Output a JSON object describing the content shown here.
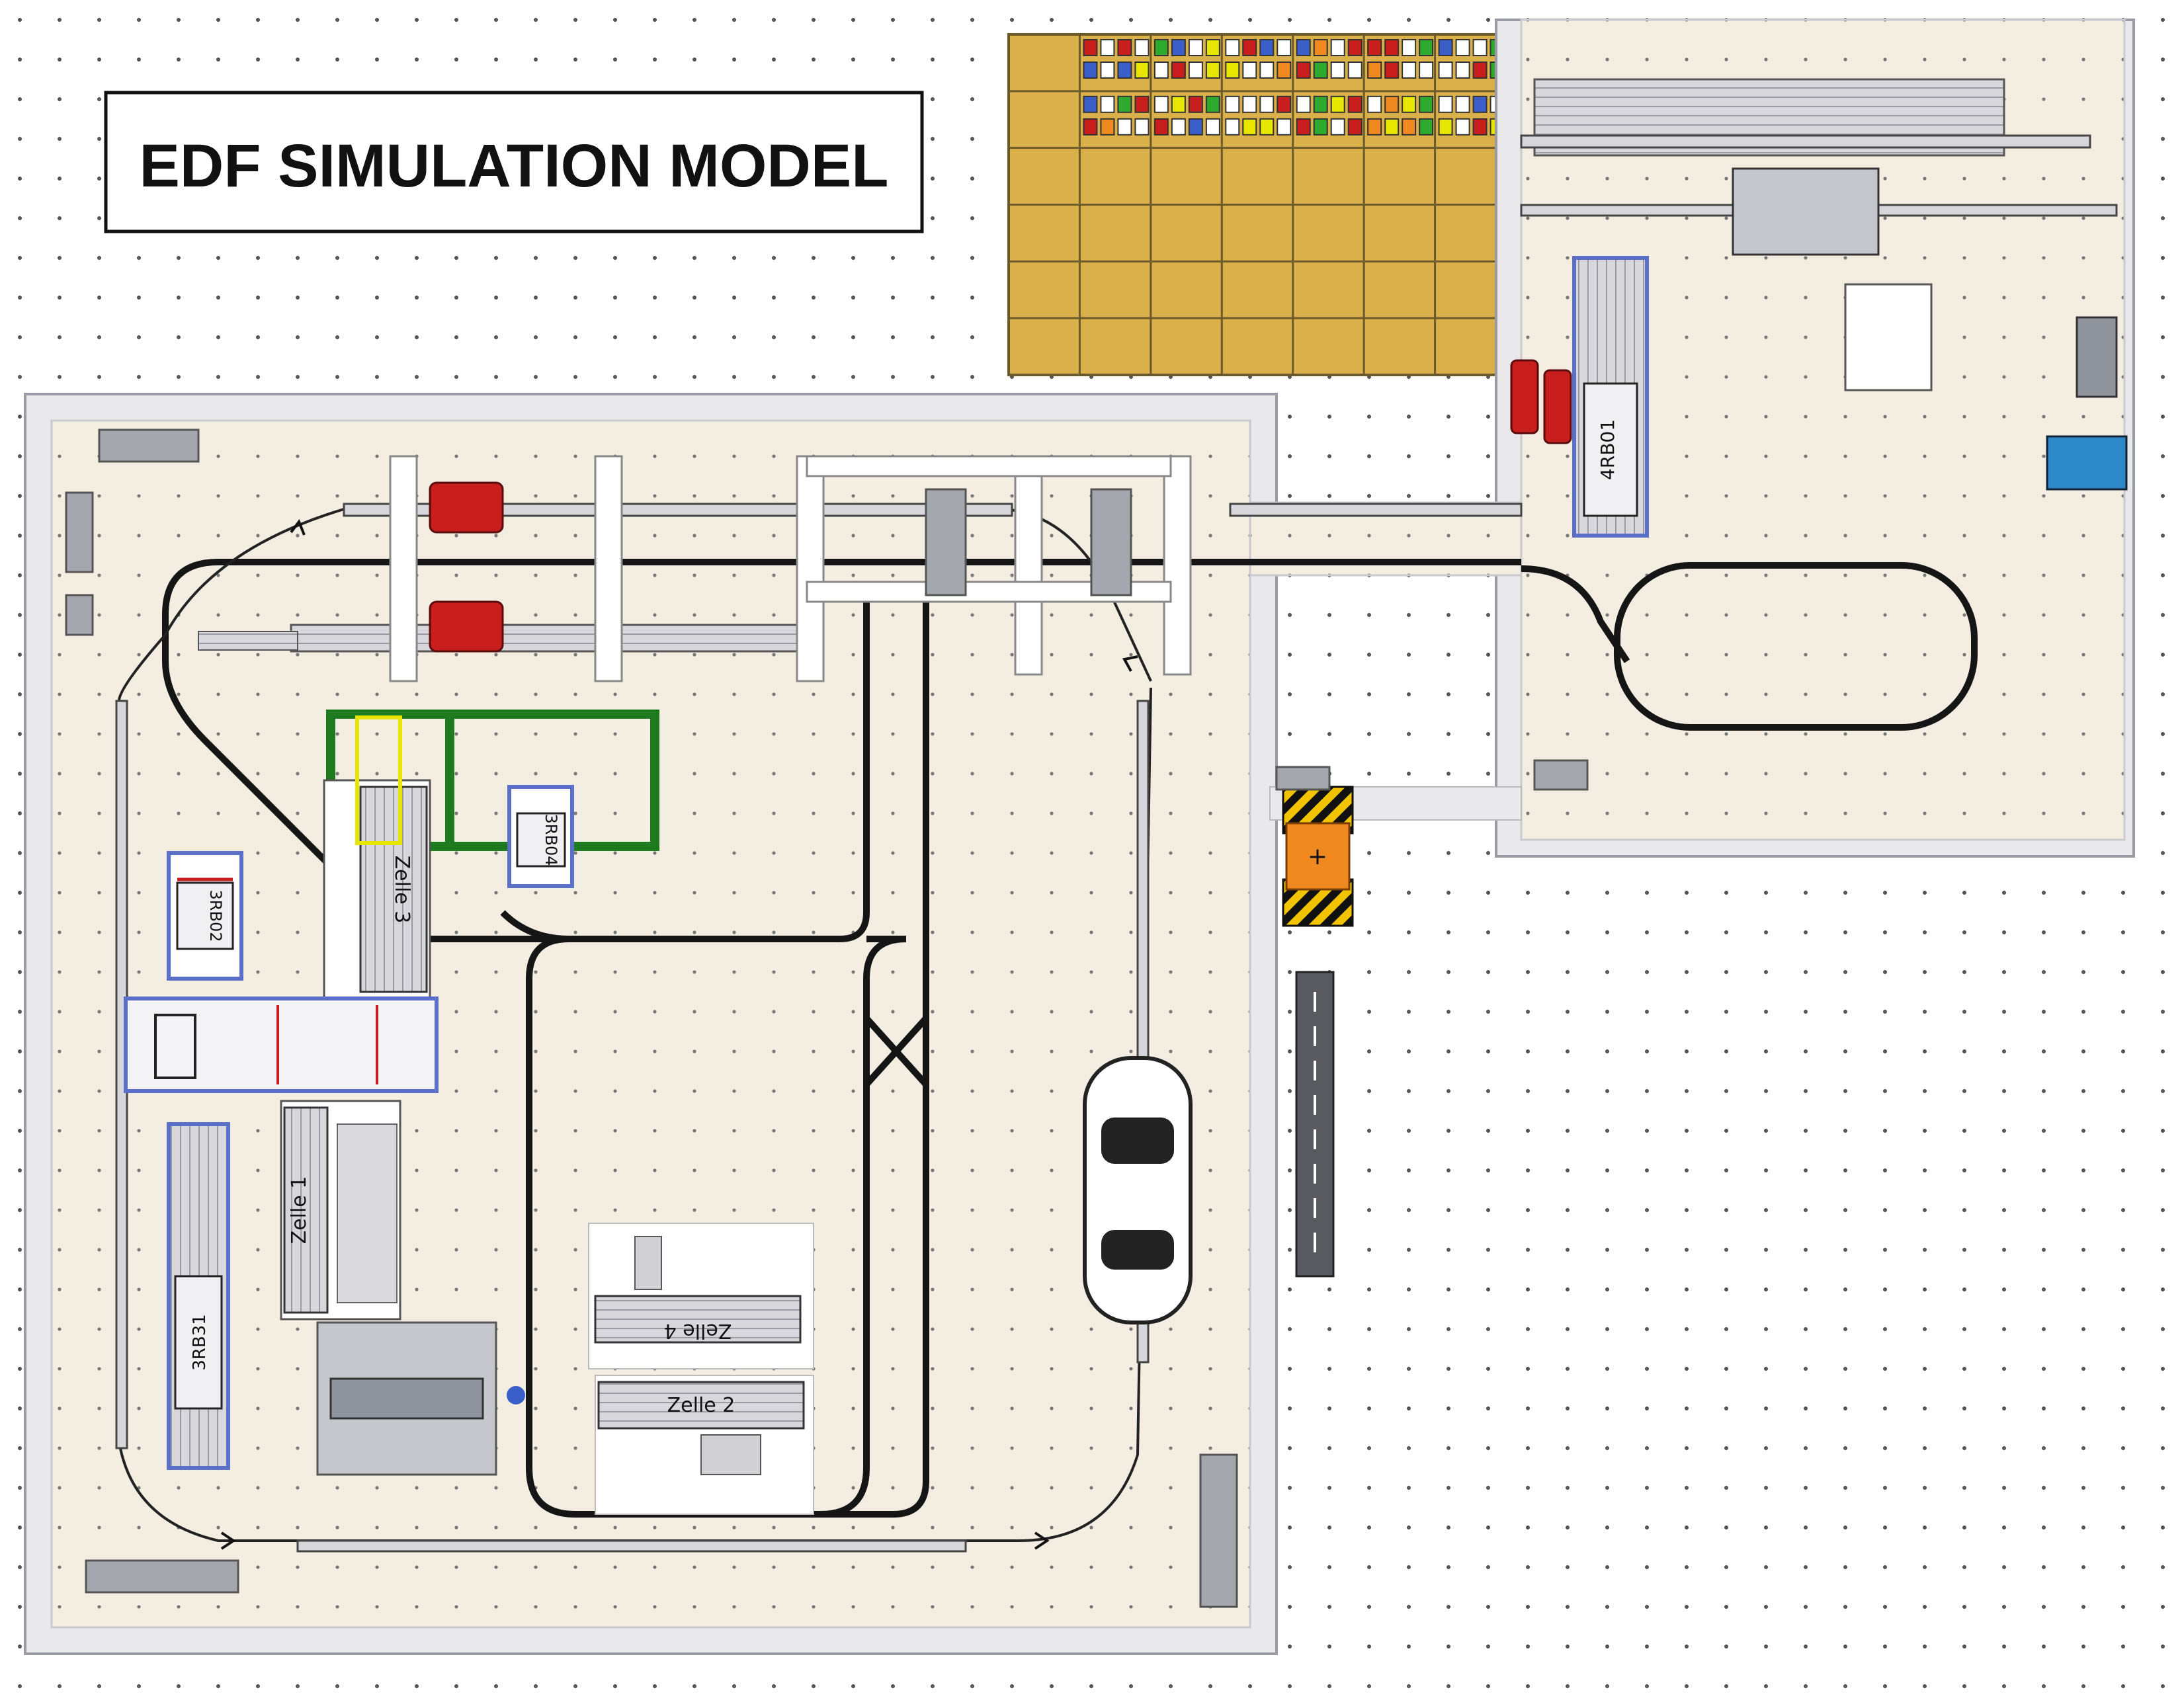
{
  "title": "EDF SIMULATION MODEL",
  "colors": {
    "floor": "#f4ede1",
    "wall": "#e7e7ea",
    "track": "#1a1a1a",
    "storage": "#d9b04a",
    "accent_red": "#c81e1e",
    "accent_green": "#1e7a1e",
    "accent_yellow": "#e6e600",
    "accent_blue": "#5a6fc8",
    "vehicle_orange": "#f08a20"
  },
  "cells": [
    {
      "id": "zelle1",
      "label": "Zelle 1"
    },
    {
      "id": "zelle2",
      "label": "Zelle 2"
    },
    {
      "id": "zelle3",
      "label": "Zelle 3"
    },
    {
      "id": "zelle4",
      "label": "Zelle 4"
    }
  ],
  "robots": [
    {
      "id": "3rb02",
      "label": "3RB02"
    },
    {
      "id": "3rb04",
      "label": "3RB04"
    },
    {
      "id": "3rb31",
      "label": "3RB31"
    },
    {
      "id": "4rb01",
      "label": "4RB01"
    }
  ],
  "icons": [
    "vehicle-icon",
    "agv-icon",
    "arrow-icon"
  ]
}
